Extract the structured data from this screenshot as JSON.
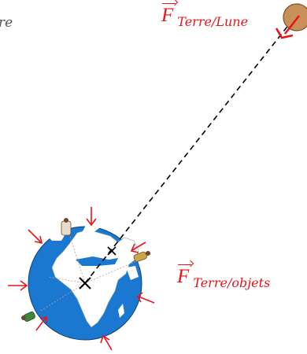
{
  "stray_text": "re",
  "labels": {
    "moon_force": {
      "symbol": "F",
      "subscript": "Terre/Lune"
    },
    "objects_force": {
      "symbol": "F",
      "subscript": "Terre/objets"
    }
  },
  "colors": {
    "force_arrow": "#e8141b",
    "ocean": "#1b78d0",
    "land": "#ffffff",
    "moon": "#c9915a",
    "line": "#000000"
  },
  "icons": [
    "earth-globe-icon",
    "moon-icon",
    "person-figure-icon"
  ]
}
